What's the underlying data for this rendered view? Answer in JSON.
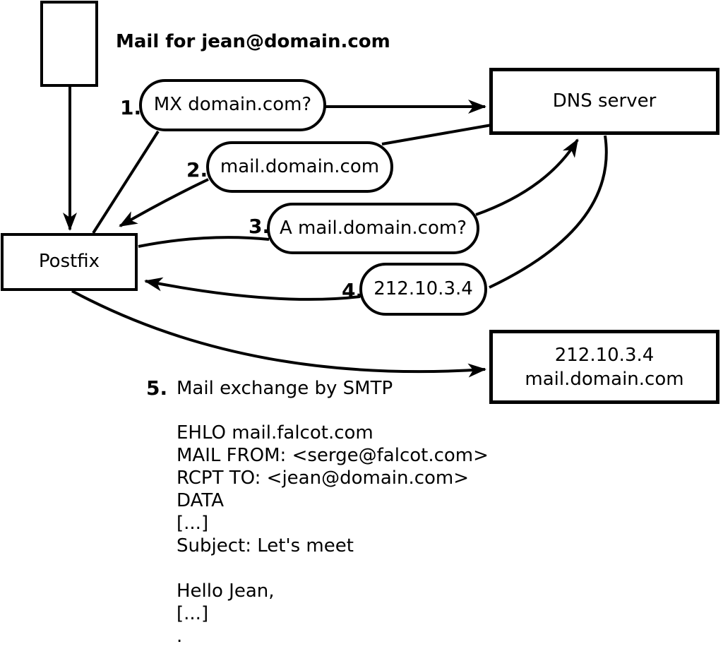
{
  "title": "Mail for jean@domain.com",
  "nodes": {
    "postfix": {
      "label": "Postfix"
    },
    "dns": {
      "label": "DNS server"
    },
    "target": {
      "line1": "212.10.3.4",
      "line2": "mail.domain.com"
    }
  },
  "steps": [
    {
      "num": "1.",
      "label": "MX domain.com?"
    },
    {
      "num": "2.",
      "label": "mail.domain.com"
    },
    {
      "num": "3.",
      "label": "A mail.domain.com?"
    },
    {
      "num": "4.",
      "label": "212.10.3.4"
    },
    {
      "num": "5.",
      "label": "Mail exchange by SMTP"
    }
  ],
  "smtp_session": {
    "text": "EHLO mail.falcot.com\nMAIL FROM: <serge@falcot.com>\nRCPT TO: <jean@domain.com>\nDATA\n[...]\nSubject: Let's meet\n\nHello Jean,\n[...]\n."
  },
  "colors": {
    "ink": "#000000",
    "background": "#ffffff"
  }
}
